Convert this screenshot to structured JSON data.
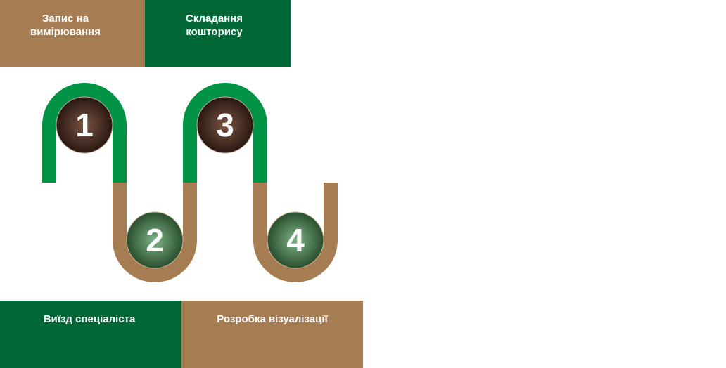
{
  "colors": {
    "brown": "#a67c52",
    "dark_green": "#006837",
    "snake_green": "#009245"
  },
  "steps": [
    {
      "number": "1",
      "label_lines": [
        "Запис на",
        "вимірювання"
      ]
    },
    {
      "number": "2",
      "label_lines": [
        "Виїзд спеціаліста"
      ]
    },
    {
      "number": "3",
      "label_lines": [
        "Складання",
        "кошторису"
      ]
    },
    {
      "number": "4",
      "label_lines": [
        "Розробка візуалізації"
      ]
    }
  ]
}
